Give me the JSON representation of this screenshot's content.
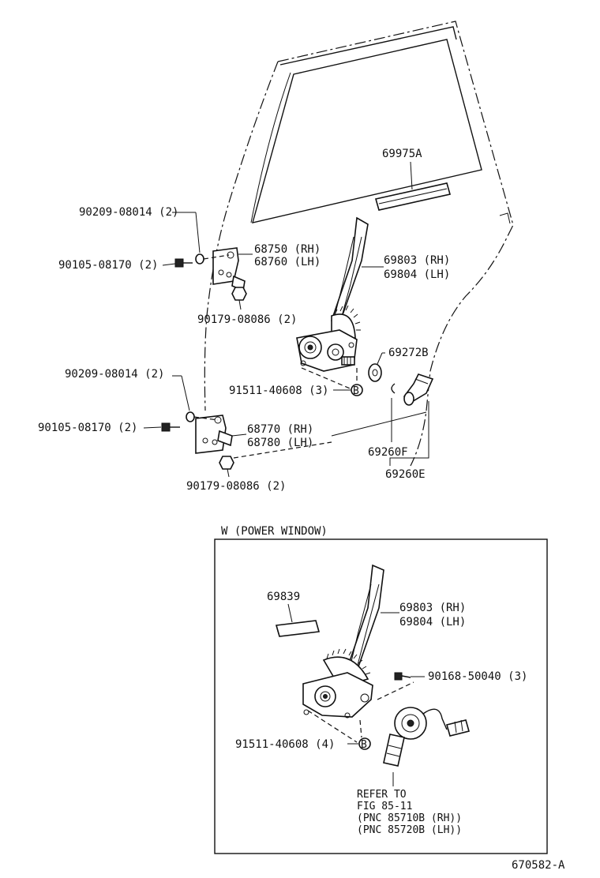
{
  "main": {
    "labels": {
      "p69975a": "69975A",
      "p90209_top": "90209-08014 (2)",
      "p68750": "68750 (RH)",
      "p68760": "68760 (LH)",
      "p90105_top": "90105-08170 (2)",
      "p69803_top": "69803 (RH)",
      "p69804_top": "69804 (LH)",
      "p90179_top": "90179-08086 (2)",
      "p69272b": "69272B",
      "p90209_bot": "90209-08014 (2)",
      "p91511_top": "91511-40608 (3)",
      "p90105_bot": "90105-08170 (2)",
      "p68770": "68770 (RH)",
      "p68780": "68780 (LH)",
      "p69260f": "69260F",
      "p90179_bot": "90179-08086 (2)",
      "p69260e": "69260E"
    }
  },
  "inset": {
    "title": "W (POWER WINDOW)",
    "labels": {
      "p69839": "69839",
      "p69803": "69803 (RH)",
      "p69804": "69804 (LH)",
      "p90168": "90168-50040 (3)",
      "p91511": "91511-40608 (4)",
      "refer1": "REFER TO",
      "refer2": "FIG 85-11",
      "refer3": "(PNC  85710B (RH))",
      "refer4": "(PNC  85720B (LH))"
    }
  },
  "badge": "B",
  "footer": {
    "code": "670582-A"
  }
}
